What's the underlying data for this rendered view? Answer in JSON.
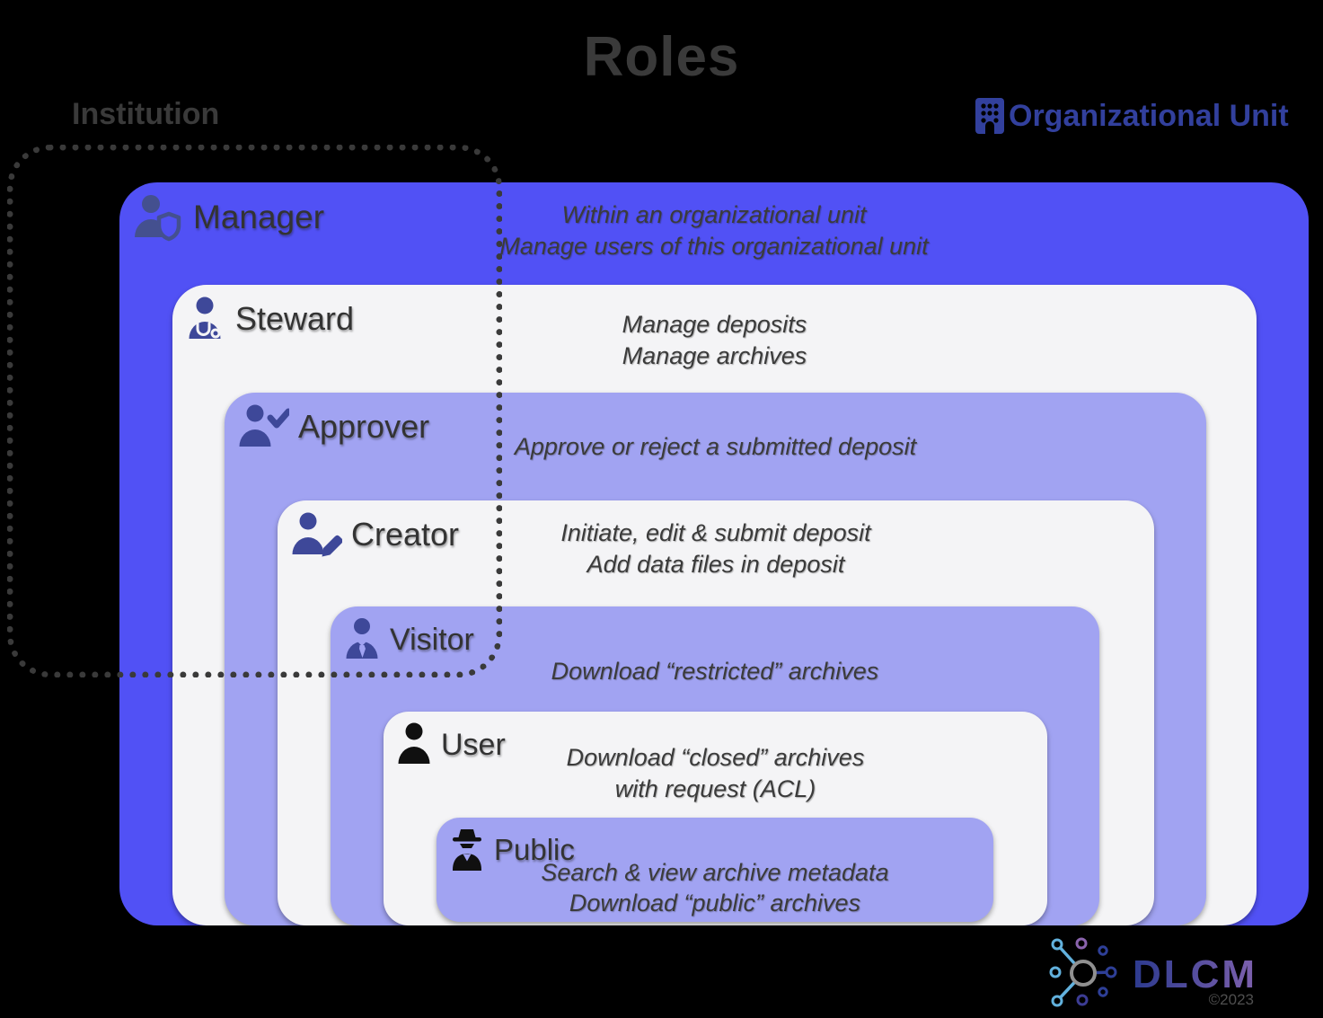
{
  "title": "Roles",
  "institution_label": "Institution",
  "org_unit_label": "Organizational Unit",
  "colors": {
    "background": "#000000",
    "primary_blue": "#5151f5",
    "light_purple": "#a1a3f2",
    "card_white": "#f4f4f6",
    "icon_indigo": "#3e4899",
    "manager_icon_blue": "#44508f",
    "text_dark": "#3a3a3a",
    "org_unit_indigo": "#32409d",
    "logo_light_blue": "#62b1dd",
    "logo_purple": "#8a63ad",
    "logo_dark_blue": "#2e3f97"
  },
  "roles": [
    {
      "name": "Manager",
      "icon": "user-shield-icon",
      "desc": [
        "Within an organizational unit",
        "Manage users of this organizational unit"
      ]
    },
    {
      "name": "Steward",
      "icon": "user-doctor-icon",
      "desc": [
        "Manage deposits",
        "Manage archives"
      ]
    },
    {
      "name": "Approver",
      "icon": "user-check-icon",
      "desc": [
        "Approve or reject a submitted deposit"
      ]
    },
    {
      "name": "Creator",
      "icon": "user-edit-icon",
      "desc": [
        "Initiate, edit & submit deposit",
        "Add data files in deposit"
      ]
    },
    {
      "name": "Visitor",
      "icon": "user-tie-icon",
      "desc": [
        "Download “restricted” archives"
      ]
    },
    {
      "name": "User",
      "icon": "user-icon",
      "desc": [
        "Download “closed” archives",
        "with request (ACL)"
      ]
    },
    {
      "name": "Public",
      "icon": "spy-icon",
      "desc": [
        "Search & view archive metadata",
        "Download “public” archives"
      ]
    }
  ],
  "logo": {
    "text": "DLCM",
    "copyright": "©2023"
  }
}
